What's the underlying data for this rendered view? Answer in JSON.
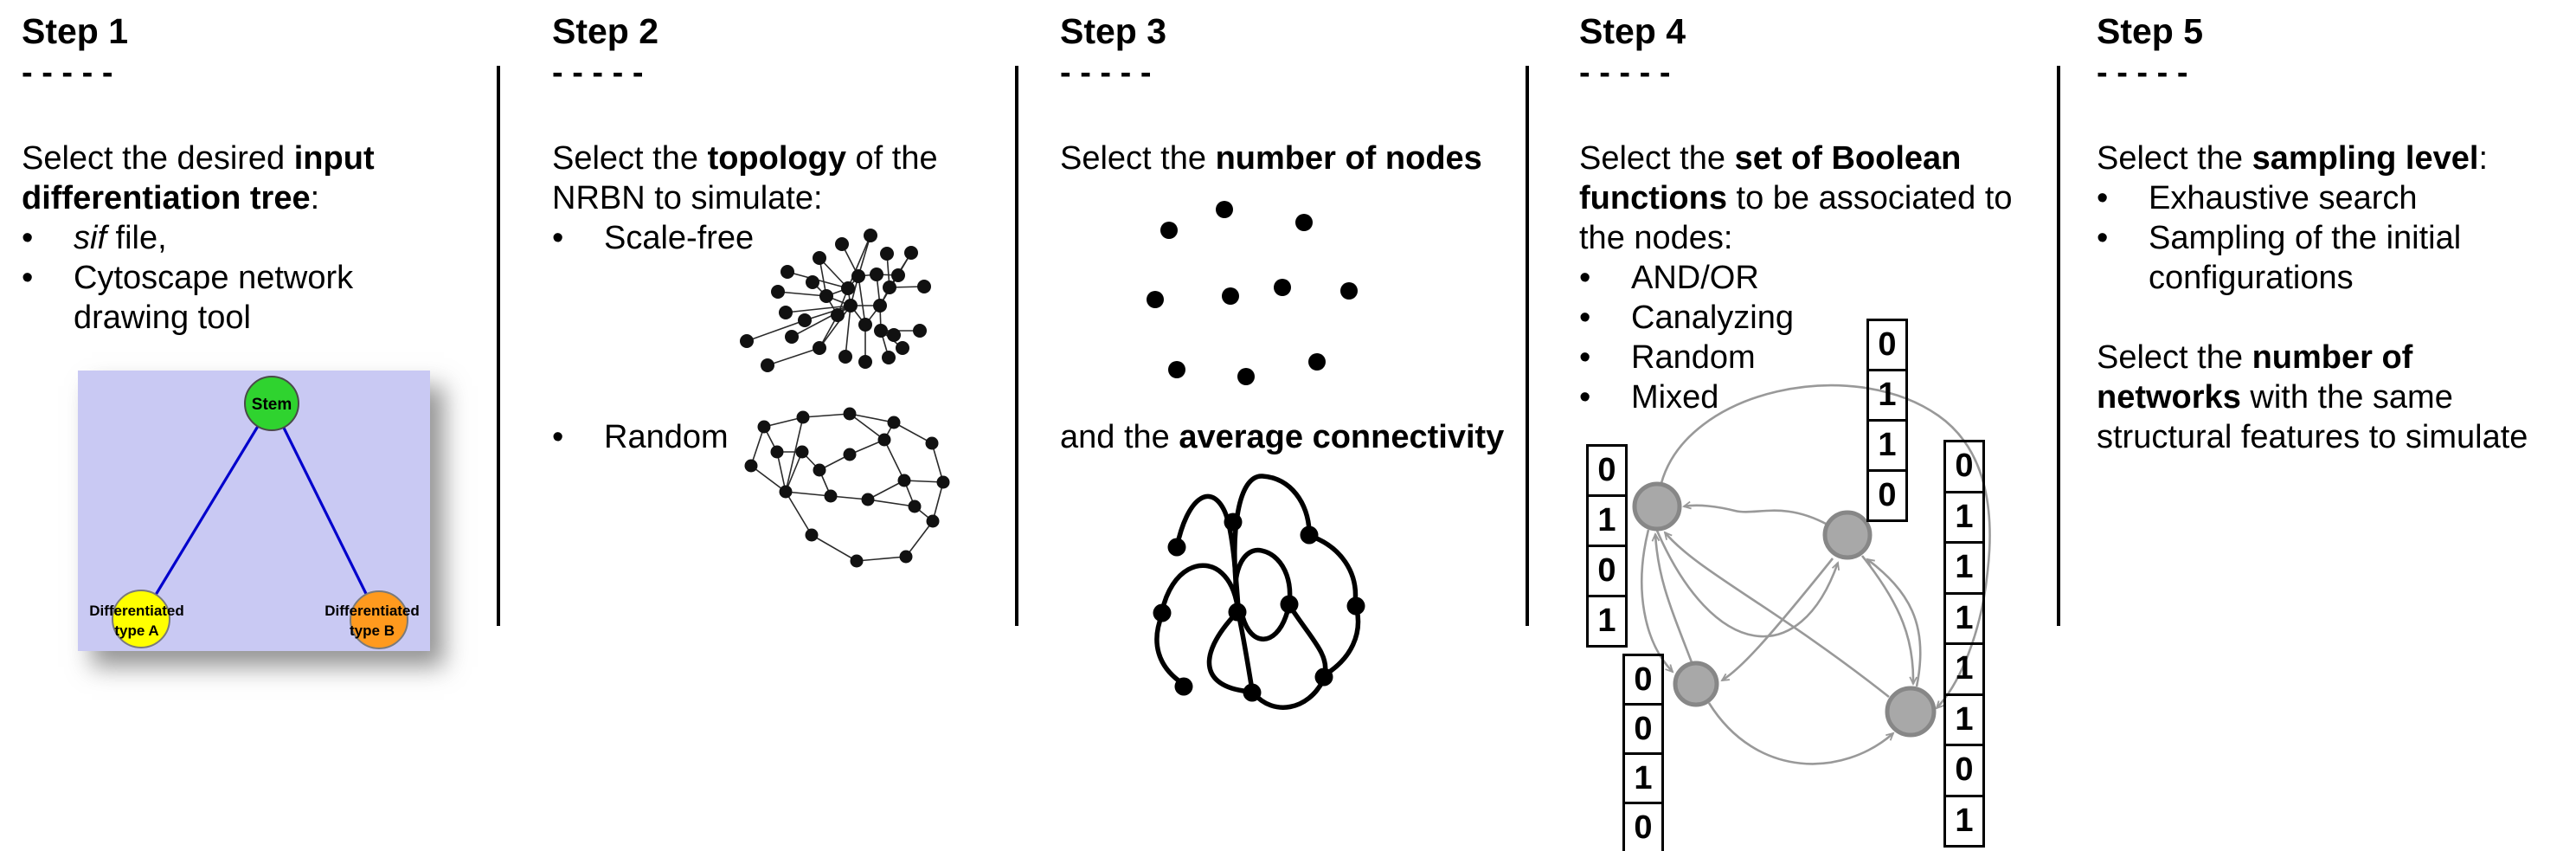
{
  "ui": {
    "bullet": "•"
  },
  "colors": {
    "lavender": "#c9c9f3",
    "green": "#2fd32f",
    "yellow": "#ffff00",
    "orange": "#ff9a1e",
    "edge-blue": "#0000cc",
    "gray-node": "#a8a8a8",
    "gray-edge": "#999999"
  },
  "steps": {
    "s1": {
      "title": "Step 1",
      "dashes": "- - - - -",
      "intro_l1a": "Select the desired ",
      "intro_l1b": "input",
      "intro_l2b": "differentiation tree",
      "intro_l2a": ":",
      "b1_italic": "sif",
      "b1_rest": " file,",
      "b2_l1": "Cytoscape network",
      "b2_l2": "drawing tool",
      "figure": {
        "stem": "Stem",
        "typeA_l1": "Differentiated",
        "typeA_l2": "type A",
        "typeB_l1": "Differentiated",
        "typeB_l2": "type B"
      }
    },
    "s2": {
      "title": "Step 2",
      "dashes": "- - - - -",
      "intro_l1a": "Select the ",
      "intro_l1b": "topology",
      "intro_l1c": " of the",
      "intro_l2": "NRBN to simulate:",
      "b1": "Scale-free",
      "b2": "Random"
    },
    "s3": {
      "title": "Step 3",
      "dashes": "- - - - -",
      "l1a": "Select the ",
      "l1b": "number of nodes",
      "l2a": "and the ",
      "l2b": "average connectivity"
    },
    "s4": {
      "title": "Step 4",
      "dashes": "- - - - -",
      "intro_l1a": "Select the ",
      "intro_l1b": "set of Boolean",
      "intro_l2b": "functions",
      "intro_l2a": " to be associated to",
      "intro_l3": "the nodes:",
      "b1": "AND/OR",
      "b2": "Canalyzing",
      "b3": "Random",
      "b4": "Mixed",
      "tables": {
        "top_left": [
          "0",
          "1",
          "0",
          "1"
        ],
        "top": [
          "0",
          "1",
          "1",
          "0"
        ],
        "bottom_left": [
          "0",
          "0",
          "1",
          "0"
        ],
        "right": [
          "0",
          "1",
          "1",
          "1",
          "1",
          "1",
          "0",
          "1"
        ]
      }
    },
    "s5": {
      "title": "Step 5",
      "dashes": "- - - - -",
      "intro_l1a": "Select the ",
      "intro_l1b": "sampling level",
      "intro_l1c": ":",
      "b1": "Exhaustive search",
      "b2_l1": "Sampling of the initial",
      "b2_l2": "configurations",
      "p2_l1a": "Select the ",
      "p2_l1b": "number of",
      "p2_l2b": "networks",
      "p2_l2a": " with the same",
      "p2_l3": "structural features to simulate"
    }
  }
}
